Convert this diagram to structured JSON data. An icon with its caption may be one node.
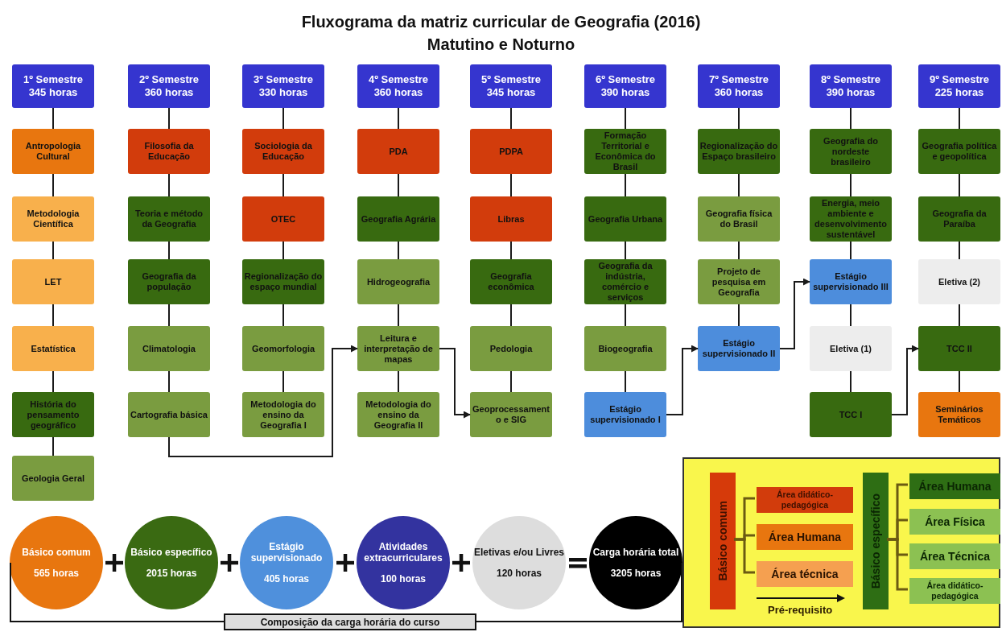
{
  "diagram": {
    "title": "Fluxograma da matriz curricular de Geografia (2016)",
    "nodes": [
      {
        "text": [
          "1º Semestre",
          "345 horas"
        ]
      },
      {
        "text": [
          "Antropologia Cultural"
        ]
      },
      {
        "text": [
          "Metodologia Científica"
        ]
      },
      {
        "text": [
          "LET"
        ]
      },
      {
        "text": [
          "Estatística"
        ]
      },
      {
        "text": [
          "História do pensamento geográfico"
        ]
      },
      {
        "text": [
          "Geologia Geral"
        ]
      },
      {
        "text": [
          "2º Semestre",
          "360 horas"
        ]
      },
      {
        "text": [
          "Filosofia da Educação"
        ]
      },
      {
        "text": [
          "Teoria e método da Geografia"
        ]
      },
      {
        "text": [
          "Geografia da população"
        ]
      },
      {
        "text": [
          "Climatologia"
        ]
      },
      {
        "text": [
          "Cartografia básica"
        ]
      },
      {
        "text": [
          "3º Semestre",
          "330 horas"
        ]
      },
      {
        "text": [
          "Sociologia da Educação"
        ]
      },
      {
        "text": [
          "OTEC"
        ]
      },
      {
        "text": [
          "Regionalização do espaço mundial"
        ]
      },
      {
        "text": [
          "Geomorfologia"
        ]
      },
      {
        "text": [
          "Metodologia do ensino da Geografia I"
        ]
      },
      {
        "text": [
          "4º Semestre",
          "360 horas"
        ]
      },
      {
        "text": [
          "PDA"
        ]
      },
      {
        "text": [
          "Geografia Agrária"
        ]
      },
      {
        "text": [
          "Hidrogeografia"
        ]
      },
      {
        "text": [
          "Leitura e interpretação de mapas"
        ]
      },
      {
        "text": [
          "Metodologia do ensino da Geografia II"
        ]
      },
      {
        "text": [
          "5º Semestre",
          "345 horas"
        ]
      },
      {
        "text": [
          "PDPA"
        ]
      },
      {
        "text": [
          "Libras"
        ]
      },
      {
        "text": [
          "Geografia econômica"
        ]
      },
      {
        "text": [
          "Pedologia"
        ]
      },
      {
        "text": [
          "Geoprocessamento e SIG"
        ]
      },
      {
        "text": [
          "6º Semestre",
          "390 horas"
        ]
      },
      {
        "text": [
          "Formação Territorial e Econômica do Brasil"
        ]
      },
      {
        "text": [
          "Geografia Urbana"
        ]
      },
      {
        "text": [
          "Geografia da indústria, comércio e serviços"
        ]
      },
      {
        "text": [
          "Biogeografia"
        ]
      },
      {
        "text": [
          "Estágio supervisionado I"
        ]
      },
      {
        "text": [
          "7º Semestre",
          "360 horas"
        ]
      },
      {
        "text": [
          "Regionalização do Espaço brasileiro"
        ]
      },
      {
        "text": [
          "Geografia física do Brasil"
        ]
      },
      {
        "text": [
          "Projeto de pesquisa em Geografia"
        ]
      },
      {
        "text": [
          "Estágio supervisionado II"
        ]
      },
      {
        "text": [
          "8º Semestre",
          "390 horas"
        ]
      },
      {
        "text": [
          "Geografia do nordeste brasileiro"
        ]
      },
      {
        "text": [
          "Energia, meio ambiente e desenvolvimento sustentável"
        ]
      },
      {
        "text": [
          "Estágio supervisionado III"
        ]
      },
      {
        "text": [
          "Eletiva (1)"
        ]
      },
      {
        "text": [
          "TCC I"
        ]
      },
      {
        "text": [
          "9º Semestre",
          "225 horas"
        ]
      },
      {
        "text": [
          "Geografia política e geopolítica"
        ]
      },
      {
        "text": [
          "Geografia da Paraíba"
        ]
      },
      {
        "text": [
          "Eletiva (2)"
        ]
      },
      {
        "text": [
          "TCC II"
        ]
      },
      {
        "text": [
          "Seminários Temáticos"
        ]
      },
      {
        "text": [
          "Básico comum",
          "565 horas"
        ]
      },
      {
        "text": [
          "Básico específico",
          "2015 horas"
        ]
      },
      {
        "text": [
          "Estágio supervisionado",
          "405 horas"
        ]
      },
      {
        "text": [
          "Atividades extracurriculares",
          "100 horas"
        ]
      },
      {
        "text": [
          "Eletivas e/ou Livres",
          "120 horas"
        ]
      },
      {
        "text": [
          "Carga horária total",
          "3205 horas"
        ]
      },
      {
        "text": [
          "Composição da carga horária do curso"
        ]
      },
      {
        "text": [],
        "shape": "box"
      },
      {
        "text": [
          "Básico comum"
        ],
        "in": 61
      },
      {
        "text": [
          "Área didático-pedagógica"
        ],
        "in": 61
      },
      {
        "text": [
          "Área Humana"
        ],
        "in": 61
      },
      {
        "text": [
          "Área técnica"
        ],
        "in": 61
      },
      {
        "text": [
          "Básico específico"
        ],
        "in": 61
      },
      {
        "text": [
          "Área Humana"
        ],
        "in": 61
      },
      {
        "text": [
          "Área Física"
        ],
        "in": 61
      },
      {
        "text": [
          "Área Técnica"
        ],
        "in": 61
      },
      {
        "text": [
          "Área didático-pedagógica"
        ],
        "in": 61
      }
    ],
    "edges": [
      {
        "from": 0,
        "to": 1,
        "arrow": "none"
      },
      {
        "from": 1,
        "to": 2,
        "arrow": "none"
      },
      {
        "from": 2,
        "to": 3,
        "arrow": "none"
      },
      {
        "from": 3,
        "to": 4,
        "arrow": "none"
      },
      {
        "from": 4,
        "to": 5,
        "arrow": "none"
      },
      {
        "from": 5,
        "to": 6,
        "arrow": "none"
      },
      {
        "from": 7,
        "to": 8,
        "arrow": "none"
      },
      {
        "from": 8,
        "to": 9,
        "arrow": "none"
      },
      {
        "from": 9,
        "to": 10,
        "arrow": "none"
      },
      {
        "from": 10,
        "to": 11,
        "arrow": "none"
      },
      {
        "from": 11,
        "to": 12,
        "arrow": "none"
      },
      {
        "from": 13,
        "to": 14,
        "arrow": "none"
      },
      {
        "from": 14,
        "to": 15,
        "arrow": "none"
      },
      {
        "from": 15,
        "to": 16,
        "arrow": "none"
      },
      {
        "from": 16,
        "to": 17,
        "arrow": "none"
      },
      {
        "from": 17,
        "to": 18,
        "arrow": "none"
      },
      {
        "from": 19,
        "to": 20,
        "arrow": "none"
      },
      {
        "from": 20,
        "to": 21,
        "arrow": "none"
      },
      {
        "from": 21,
        "to": 22,
        "arrow": "none"
      },
      {
        "from": 22,
        "to": 23,
        "arrow": "none"
      },
      {
        "from": 23,
        "to": 24,
        "arrow": "none"
      },
      {
        "from": 25,
        "to": 26,
        "arrow": "none"
      },
      {
        "from": 26,
        "to": 27,
        "arrow": "none"
      },
      {
        "from": 27,
        "to": 28,
        "arrow": "none"
      },
      {
        "from": 28,
        "to": 29,
        "arrow": "none"
      },
      {
        "from": 29,
        "to": 30,
        "arrow": "none"
      },
      {
        "from": 31,
        "to": 32,
        "arrow": "none"
      },
      {
        "from": 32,
        "to": 33,
        "arrow": "none"
      },
      {
        "from": 33,
        "to": 34,
        "arrow": "none"
      },
      {
        "from": 34,
        "to": 35,
        "arrow": "none"
      },
      {
        "from": 35,
        "to": 36,
        "arrow": "none"
      },
      {
        "from": 37,
        "to": 38,
        "arrow": "none"
      },
      {
        "from": 38,
        "to": 39,
        "arrow": "none"
      },
      {
        "from": 39,
        "to": 40,
        "arrow": "none"
      },
      {
        "from": 40,
        "to": 41,
        "arrow": "none"
      },
      {
        "from": 42,
        "to": 43,
        "arrow": "none"
      },
      {
        "from": 43,
        "to": 44,
        "arrow": "none"
      },
      {
        "from": 44,
        "to": 45,
        "arrow": "none"
      },
      {
        "from": 45,
        "to": 46,
        "arrow": "none"
      },
      {
        "from": 46,
        "to": 47,
        "arrow": "none"
      },
      {
        "from": 48,
        "to": 49,
        "arrow": "none"
      },
      {
        "from": 49,
        "to": 50,
        "arrow": "none"
      },
      {
        "from": 50,
        "to": 51,
        "arrow": "none"
      },
      {
        "from": 51,
        "to": 52,
        "arrow": "none"
      },
      {
        "from": 52,
        "to": 53,
        "arrow": "none"
      },
      {
        "from": 12,
        "to": 23,
        "arrow": "to"
      },
      {
        "from": 23,
        "to": 30,
        "arrow": "to"
      },
      {
        "from": 36,
        "to": 41,
        "arrow": "to"
      },
      {
        "from": 41,
        "to": 45,
        "arrow": "to"
      },
      {
        "from": 47,
        "to": 52,
        "arrow": "to"
      },
      {
        "from": 62,
        "to": 63,
        "arrow": "none",
        "color": "#6b5a12"
      },
      {
        "from": 62,
        "to": 64,
        "arrow": "none",
        "color": "#6b5a12"
      },
      {
        "from": 62,
        "to": 65,
        "arrow": "none",
        "color": "#6b5a12"
      },
      {
        "from": 66,
        "to": 67,
        "arrow": "none",
        "color": "#6b5a12"
      },
      {
        "from": 66,
        "to": 68,
        "arrow": "none",
        "color": "#6b5a12"
      },
      {
        "from": 66,
        "to": 69,
        "arrow": "none",
        "color": "#6b5a12"
      },
      {
        "from": 66,
        "to": 70,
        "arrow": "none",
        "color": "#6b5a12"
      }
    ],
    "labels": [
      "Matutino e Noturno"
    ],
    "legend": [
      {
        "text": "Pré-requisito"
      }
    ]
  }
}
